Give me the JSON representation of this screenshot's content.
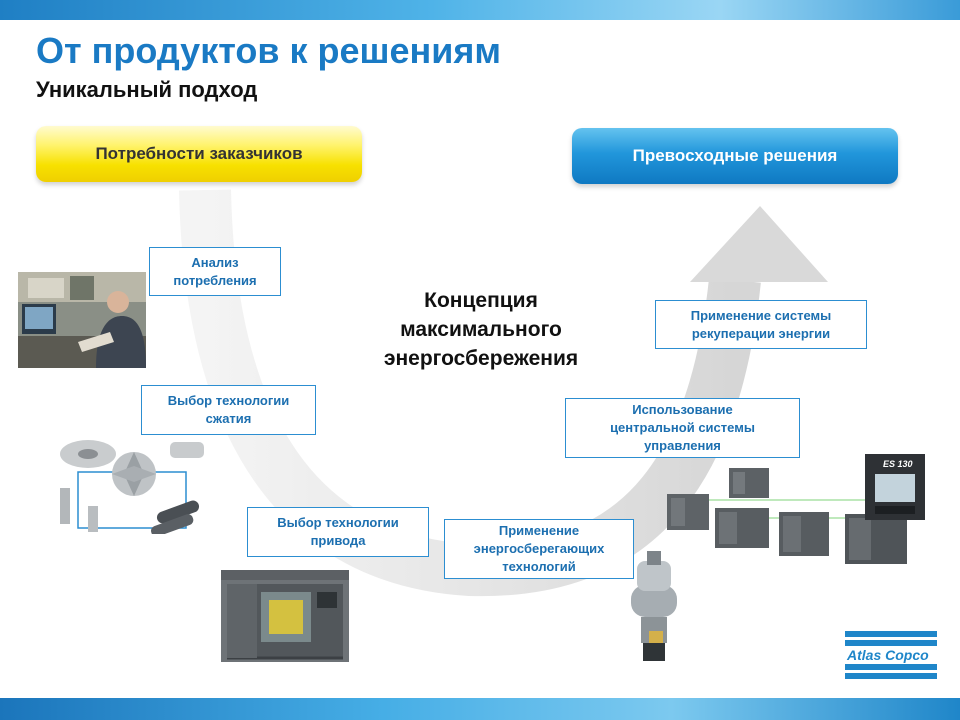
{
  "slide": {
    "title": "От продуктов к решениям",
    "subtitle": "Уникальный подход",
    "needs_label": "Потребности заказчиков",
    "solutions_label": "Превосходные решения",
    "concept": "Концепция максимального энергосбережения"
  },
  "steps": {
    "analysis": "Анализ\nпотребления",
    "compression": "Выбор технологии\nсжатия",
    "drive": "Выбор технологии\nпривода",
    "energy_saving": "Применение\nэнергосберегающих\nтехнологий",
    "central_control": "Использование\nцентральной системы\nуправления",
    "recovery": "Применение системы\nрекуперации энергии"
  },
  "devices": {
    "controller_label": "ES 130"
  },
  "branding": {
    "logo_line1": "Atlas Copco"
  },
  "colors": {
    "title_blue": "#1a7ac4",
    "box_border": "#2c8ed1",
    "yellow": "#f7e100",
    "blue": "#1485cf"
  }
}
